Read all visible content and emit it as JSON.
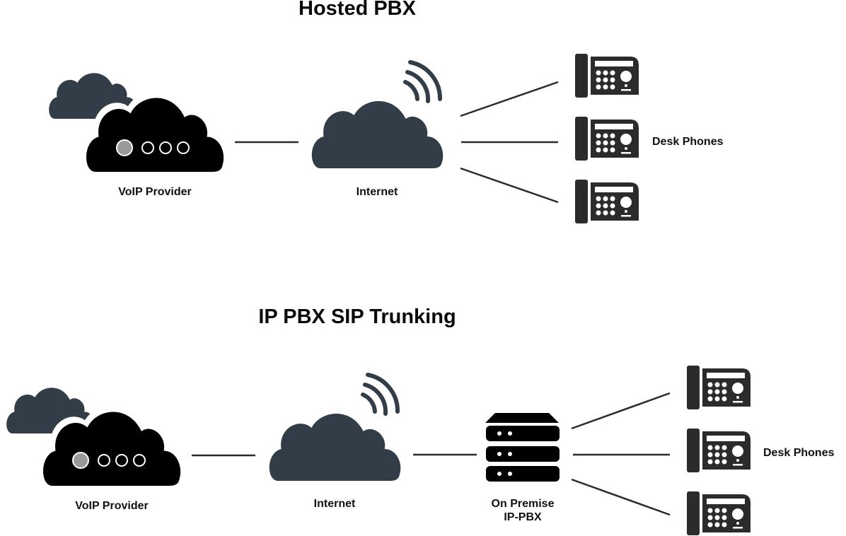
{
  "diagrams": [
    {
      "title": "Hosted PBX",
      "nodes": {
        "provider": {
          "label": "VoIP Provider",
          "icon": "cloud-server-icon"
        },
        "internet": {
          "label": "Internet",
          "icon": "cloud-wifi-icon"
        },
        "phones": {
          "label": "Desk Phones",
          "icon": "desk-phone-icon",
          "count": 3
        }
      }
    },
    {
      "title": "IP PBX SIP Trunking",
      "nodes": {
        "provider": {
          "label": "VoIP Provider",
          "icon": "cloud-server-icon"
        },
        "internet": {
          "label": "Internet",
          "icon": "cloud-wifi-icon"
        },
        "pbx": {
          "label_line1": "On Premise",
          "label_line2": "IP-PBX",
          "icon": "server-rack-icon"
        },
        "phones": {
          "label": "Desk Phones",
          "icon": "desk-phone-icon",
          "count": 3
        }
      }
    }
  ],
  "colors": {
    "cloud_dark": "#323d47",
    "cloud_black": "#000000",
    "phone": "#2b2b2b",
    "led_active": "#9a9a9a",
    "line": "#2a2a2a"
  }
}
